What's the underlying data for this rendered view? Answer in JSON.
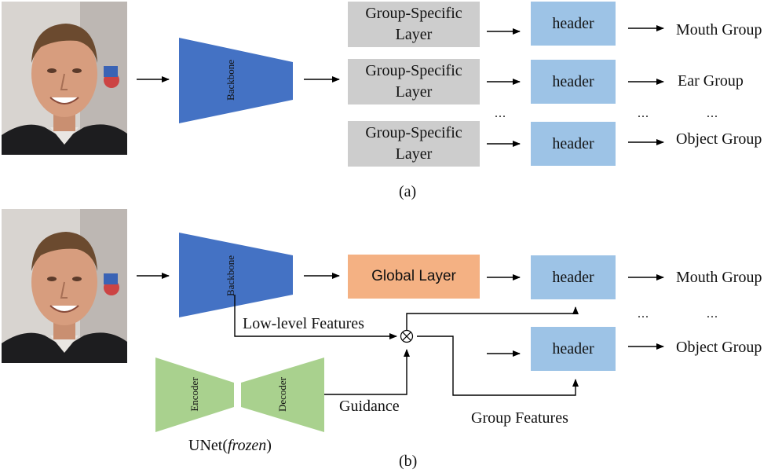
{
  "part_a": {
    "backbone_label": "Backbone",
    "branches": [
      {
        "layer_line1": "Group-Specific",
        "layer_line2": "Layer",
        "header": "header",
        "output": "Mouth Group"
      },
      {
        "layer_line1": "Group-Specific",
        "layer_line2": "Layer",
        "header": "header",
        "output": "Ear Group"
      },
      {
        "layer_line1": "Group-Specific",
        "layer_line2": "Layer",
        "header": "header",
        "output": "Object Group"
      }
    ],
    "ellipsis": "...",
    "caption": "(a)"
  },
  "part_b": {
    "backbone_label": "Backbone",
    "global_layer": "Global Layer",
    "headers": [
      "header",
      "header"
    ],
    "outputs": [
      "Mouth Group",
      "Object Group"
    ],
    "low_level_features": "Low-level Features",
    "guidance": "Guidance",
    "group_features": "Group Features",
    "encoder": "Encoder",
    "decoder": "Decoder",
    "unet_prefix": "UNet(",
    "unet_italic": "frozen",
    "unet_suffix": ")",
    "ellipsis": "...",
    "caption": "(b)"
  },
  "colors": {
    "backbone": "#4472c4",
    "group_specific_layer": "#cdcdcd",
    "header": "#9dc3e6",
    "global_layer": "#f4b183",
    "unet": "#a9d18e"
  }
}
